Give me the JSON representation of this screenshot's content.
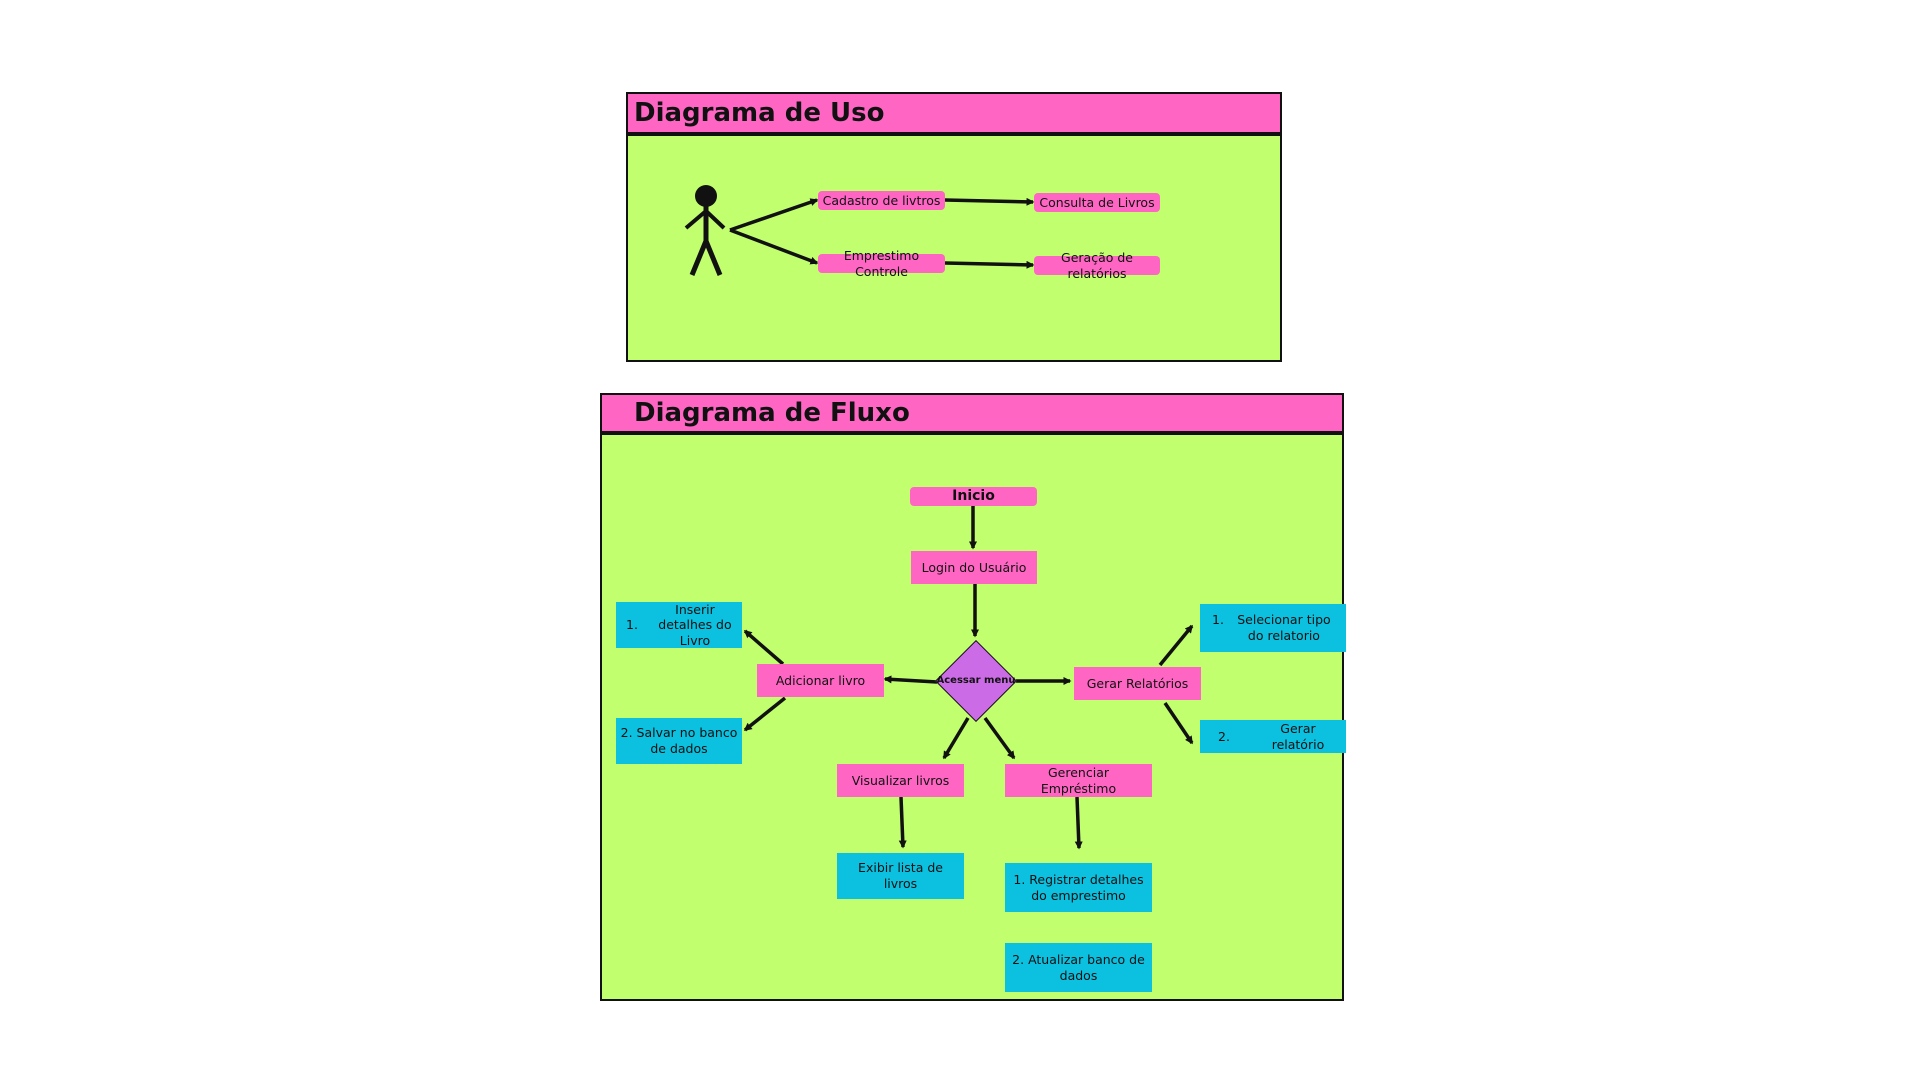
{
  "use_diagram": {
    "title": "Diagrama de Uso",
    "use_cases": [
      "Cadastro de livtros",
      "Consulta de Livros",
      "Emprestimo Controle",
      "Geração de relatórios"
    ]
  },
  "flow_diagram": {
    "title": "Diagrama de Fluxo",
    "start": "Inicio",
    "login": "Login do Usuário",
    "menu": "Acessar menu",
    "add_book": "Adicionar livro",
    "add_step_1_num": "1.",
    "add_step_1": "Inserir detalhes do Livro",
    "add_step_2": "2.  Salvar no banco de dados",
    "reports": "Gerar Relatórios",
    "report_step_1_num": "1.",
    "report_step_1": "Selecionar tipo do relatorio",
    "report_step_2_num": "2.",
    "report_step_2": "Gerar relatório",
    "view_books": "Visualizar livros",
    "show_list": "Exibir lista de livros",
    "manage_loans": "Gerenciar Empréstimo",
    "loan_step_1": "1. Registrar detalhes do emprestimo",
    "loan_step_2": "2. Atualizar banco de dados"
  },
  "colors": {
    "header": "#ff66c4",
    "panel": "#c1ff6e",
    "node_pink": "#ff66c4",
    "node_cyan": "#0cc0df",
    "decision": "#cb6ce6"
  }
}
